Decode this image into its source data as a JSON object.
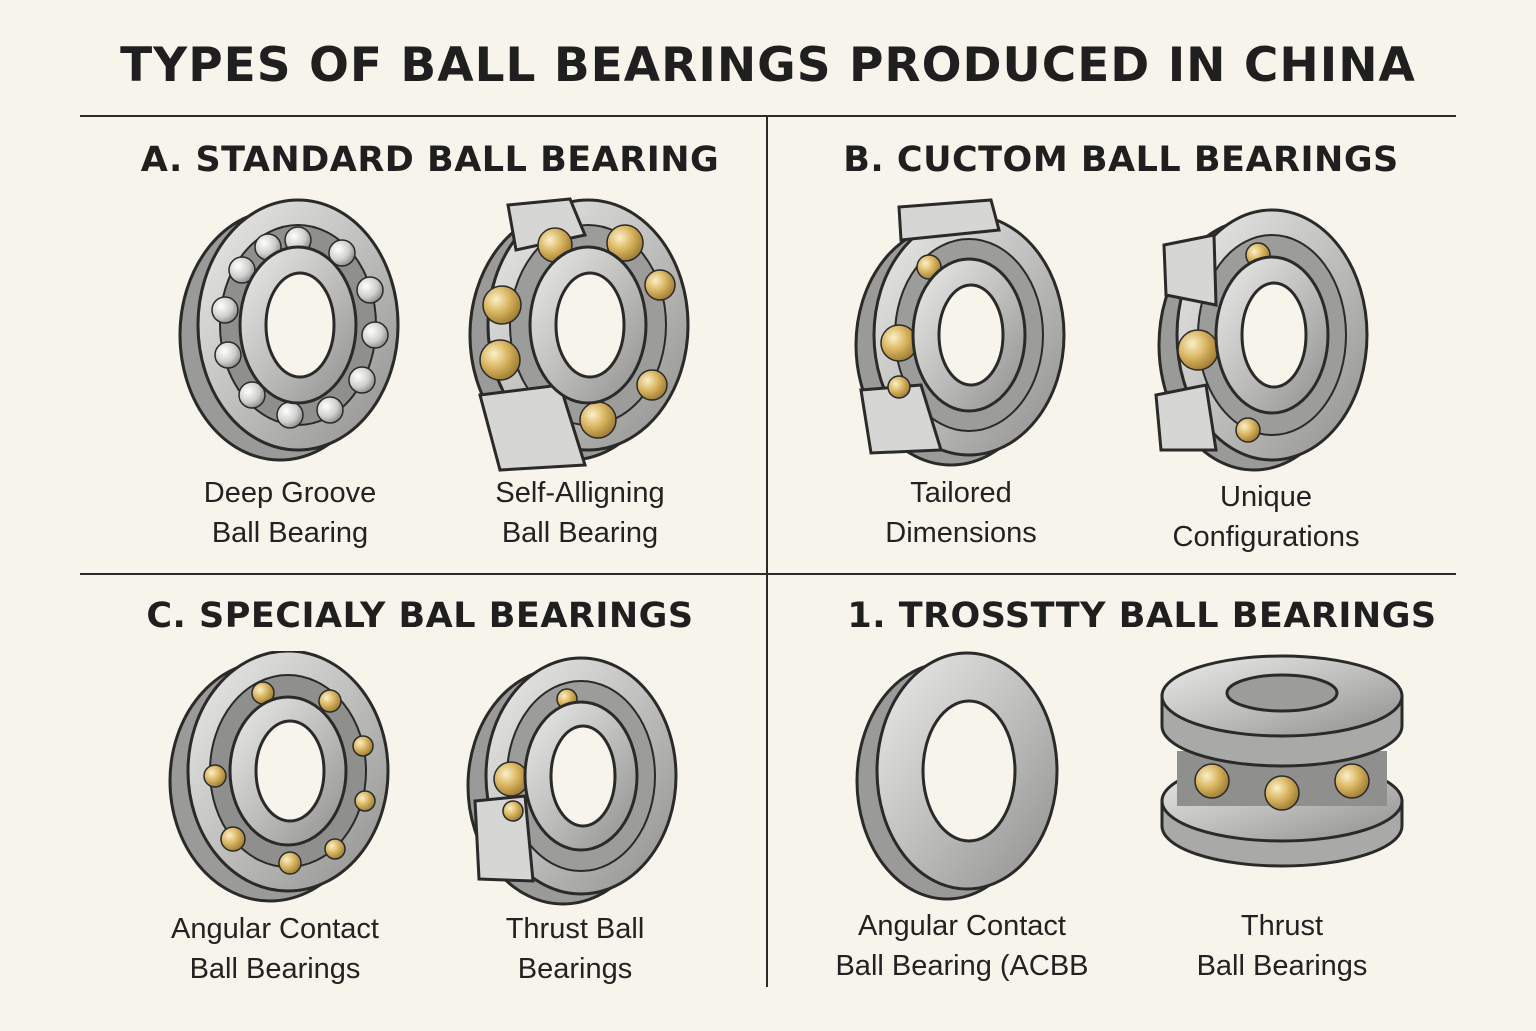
{
  "title": "TYPES OF BALL BEARINGS PRODUCED IN CHINA",
  "colors": {
    "background": "#f7f4ec",
    "steel": "#c8c8c6",
    "ball_gold": "#d9b561",
    "ink": "#2a2a2a"
  },
  "sections": [
    {
      "heading": "A. STANDARD BALL BEARING",
      "items": [
        {
          "line1": "Deep Groove",
          "line2": "Ball Bearing",
          "icon": "deep-groove-bearing-icon"
        },
        {
          "line1": "Self-Alligning",
          "line2": "Ball Bearing",
          "icon": "self-aligning-bearing-icon"
        }
      ]
    },
    {
      "heading": "B. CUCTOM BALL BEARINGS",
      "items": [
        {
          "line1": "Tailored",
          "line2": "Dimensions",
          "icon": "tailored-bearing-icon"
        },
        {
          "line1": "Unique",
          "line2": "Configurations",
          "icon": "unique-config-bearing-icon"
        }
      ]
    },
    {
      "heading": "C. SPECIALY BAL BEARINGS",
      "items": [
        {
          "line1": "Angular Contact",
          "line2": "Ball Bearings",
          "icon": "angular-contact-bearing-icon"
        },
        {
          "line1": "Thrust Ball",
          "line2": "Bearings",
          "icon": "thrust-cutaway-bearing-icon"
        }
      ]
    },
    {
      "heading": "1. TROSSTTY BALL BEARINGS",
      "items": [
        {
          "line1": "Angular Contact",
          "line2": "Ball Bearing (ACBB",
          "icon": "plain-ring-bearing-icon"
        },
        {
          "line1": "Thrust",
          "line2": "Ball Bearings",
          "icon": "thrust-stack-bearing-icon"
        }
      ]
    }
  ]
}
